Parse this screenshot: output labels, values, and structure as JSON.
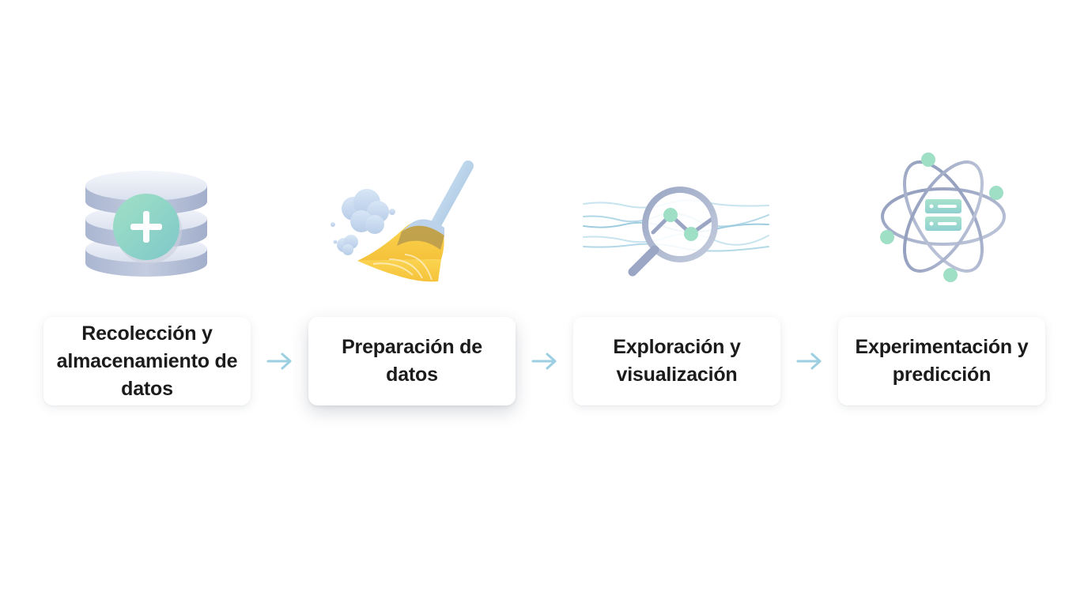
{
  "steps": [
    {
      "label": "Recolección y almacenamiento de datos",
      "icon": "database-add-icon"
    },
    {
      "label": "Preparación de datos",
      "icon": "broom-icon"
    },
    {
      "label": "Exploración y visualización",
      "icon": "magnifier-chart-icon"
    },
    {
      "label": "Experimentación y predicción",
      "icon": "atom-server-icon"
    }
  ],
  "connector_icon": "arrow-right-icon",
  "colors": {
    "text": "#1b1b1b",
    "arrow": "#9ccfe2",
    "mint": "#8fd8c0",
    "slate": "#8f9bb8",
    "broom": "#f5c742"
  }
}
